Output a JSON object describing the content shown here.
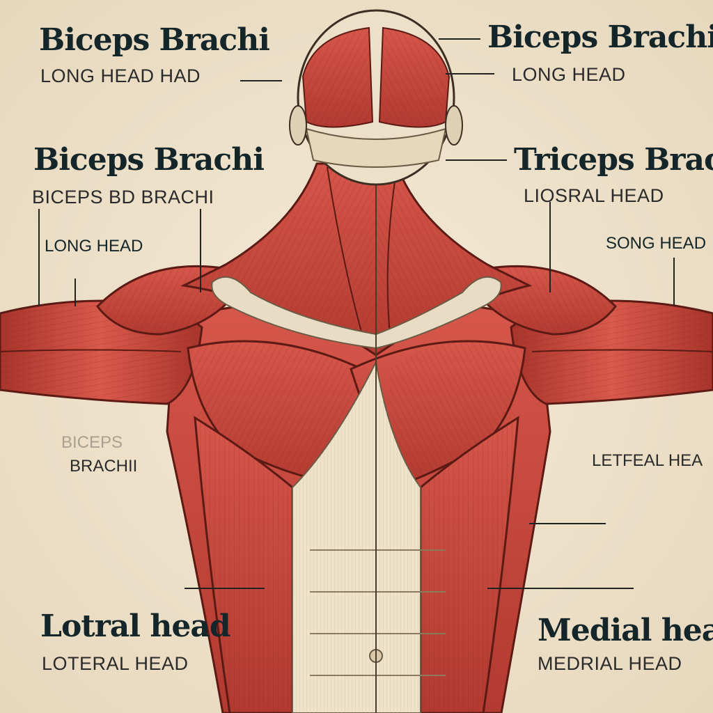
{
  "diagram": {
    "top_left": {
      "title": "Biceps Brachi",
      "sub": "LONG HEAD  HAD"
    },
    "top_right": {
      "title": "Biceps Brachi",
      "sub": "LONG HEAD"
    },
    "mid_left": {
      "title": "Biceps Brachi",
      "sub": "BICEPS  BD BRACHI",
      "sub2": "LONG HEAD"
    },
    "mid_right": {
      "title": "Triceps Braci",
      "sub": "LIOSRAL HEAD",
      "sub2": "SONG HEAD"
    },
    "low_left": {
      "faint": "BICEPS",
      "sub": "BRACHII"
    },
    "low_right": {
      "sub": "LETFEAL HEA"
    },
    "bottom_left": {
      "title": "Lotral head",
      "sub": "LOTERAL HEAD"
    },
    "bottom_right": {
      "title": "Medial hea",
      "sub": "MEDRIAL HEAD"
    },
    "colors": {
      "background": "#efe3cc",
      "muscle": "#c9473a",
      "muscle_dark": "#8e2a22",
      "tendon": "#e8dcc4",
      "ink": "#14262a"
    }
  }
}
